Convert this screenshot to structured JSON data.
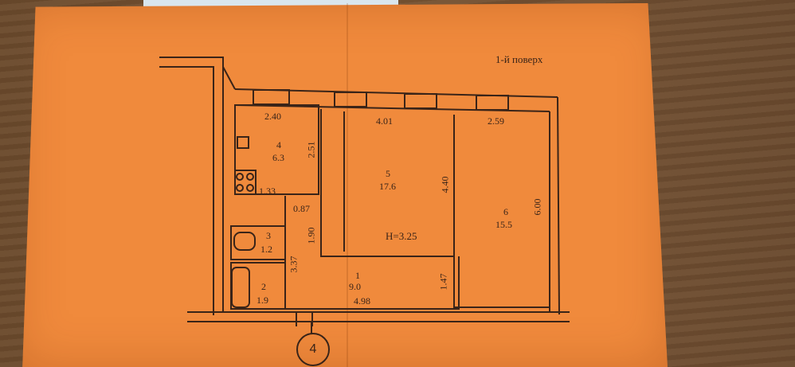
{
  "floor_title": "1-й поверх",
  "axis_marker": "4",
  "ceiling_height": "H=3.25",
  "rooms": [
    {
      "number": "4",
      "area": "6.3"
    },
    {
      "number": "5",
      "area": "17.6"
    },
    {
      "number": "6",
      "area": "15.5"
    },
    {
      "number": "3",
      "area": "1.2"
    },
    {
      "number": "2",
      "area": "1.9"
    },
    {
      "number": "1",
      "area": "9.0"
    }
  ],
  "dimensions": {
    "d1": "2.40",
    "d2": "4.01",
    "d3": "2.59",
    "d4": "2.51",
    "d5": "1.33",
    "d6": "0.87",
    "d7": "1.90",
    "d8": "4.40",
    "d9": "6.00",
    "d10": "3.37",
    "d11": "1.47",
    "d12": "4.98"
  },
  "colors": {
    "paper": "#f08a3c",
    "ink": "#3a2418"
  }
}
